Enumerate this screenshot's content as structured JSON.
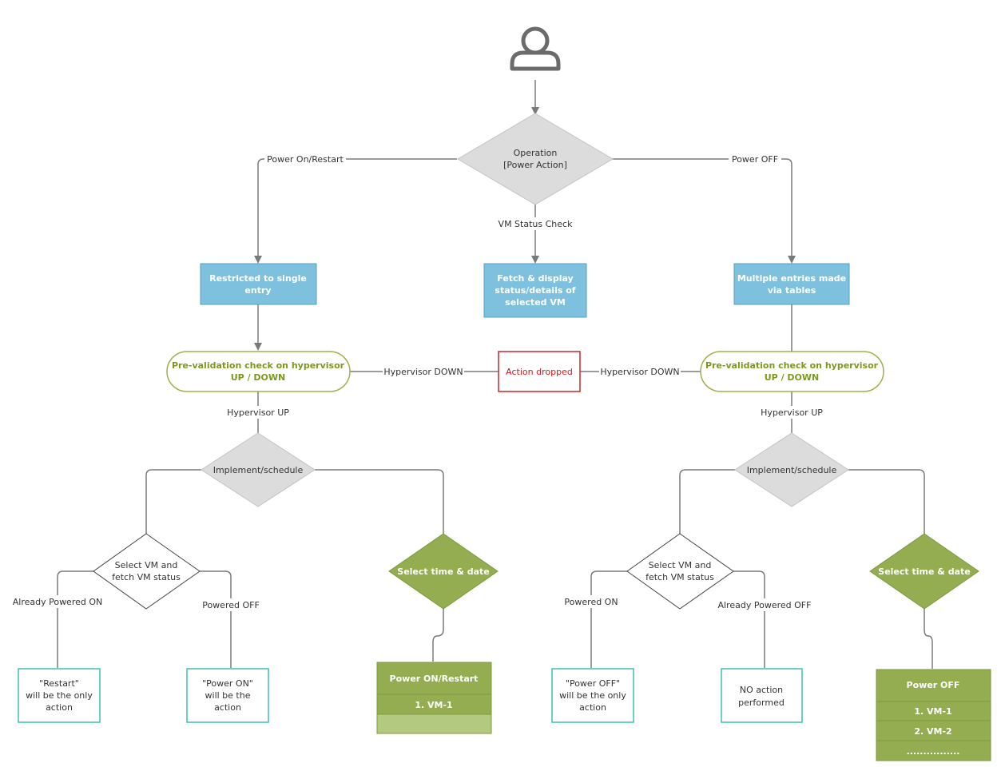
{
  "colors": {
    "line": "#7a7a7a",
    "gray_diamond": "#dcdcdc",
    "blue_box": "#7dc1de",
    "blue_border": "#5a9fc0",
    "green_pill_border": "#9bb34a",
    "green_pill_text": "#7a9a1a",
    "red_border": "#c8262c",
    "red_text": "#d11a1a",
    "olive": "#93ad50",
    "olive_light": "#b3c97f",
    "teal_border": "#41bdb7"
  },
  "icons": {
    "user": "user-icon"
  },
  "decision_main": {
    "line1": "Operation",
    "line2": "[Power Action]"
  },
  "labels": {
    "power_on_restart": "Power On/Restart",
    "power_off": "Power OFF",
    "vm_status_check": "VM Status Check",
    "hyp_down_left": "Hypervisor DOWN",
    "hyp_down_right": "Hypervisor DOWN",
    "hyp_up_left": "Hypervisor UP",
    "hyp_up_right": "Hypervisor UP",
    "already_powered_on": "Already Powered ON",
    "powered_off_left": "Powered OFF",
    "powered_on_right": "Powered ON",
    "already_powered_off": "Already Powered OFF"
  },
  "boxes": {
    "restricted": {
      "line1": "Restricted to single",
      "line2": "entry"
    },
    "fetch": {
      "line1": "Fetch & display",
      "line2": "status/details of",
      "line3": "selected VM"
    },
    "multiple": {
      "line1": "Multiple entries made",
      "line2": "via tables"
    }
  },
  "prevalidation_left": {
    "line1": "Pre-validation check on hypervisor",
    "line2": "UP / DOWN"
  },
  "prevalidation_right": {
    "line1": "Pre-validation check on hypervisor",
    "line2": "UP / DOWN"
  },
  "action_dropped": "Action dropped",
  "implement_left": "Implement/schedule",
  "implement_right": "Implement/schedule",
  "select_vm_left": {
    "line1": "Select VM and",
    "line2": "fetch VM status"
  },
  "select_vm_right": {
    "line1": "Select VM and",
    "line2": "fetch VM status"
  },
  "select_time_left": "Select time & date",
  "select_time_right": "Select time & date",
  "result_restart": {
    "line1": "\"Restart\"",
    "line2": "will be the only",
    "line3": "action"
  },
  "result_power_on": {
    "line1": "\"Power ON\"",
    "line2": "will be the",
    "line3": "action"
  },
  "result_power_off": {
    "line1": "\"Power OFF\"",
    "line2": "will be the only",
    "line3": "action"
  },
  "result_no_action": {
    "line1": "NO action",
    "line2": "performed"
  },
  "table_left": {
    "header": "Power ON/Restart",
    "rows": [
      "1. VM-1",
      ""
    ]
  },
  "table_right": {
    "header": "Power OFF",
    "rows": [
      "1. VM-1",
      "2. VM-2",
      "................"
    ]
  }
}
